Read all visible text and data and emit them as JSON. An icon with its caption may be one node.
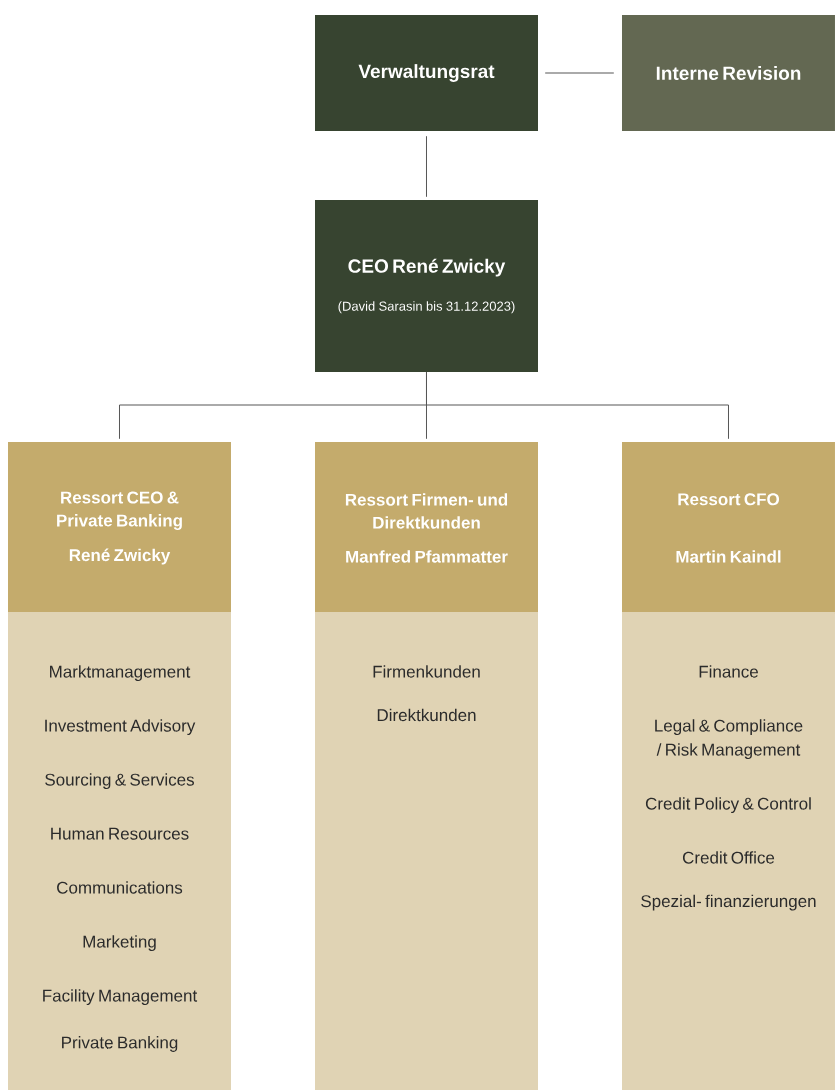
{
  "diagram": {
    "nodes": [
      {
        "text": [
          "Verwaltungsrat"
        ]
      },
      {
        "text": [
          "Interne Revision"
        ]
      },
      {
        "text": [
          "CEO René Zwicky",
          "(David Sarasin bis 31.12.2023)"
        ]
      },
      {
        "text": [
          "Ressort CEO & Private Banking",
          "René Zwicky"
        ]
      },
      {
        "text": [
          "Ressort Firmen- und Direktkunden",
          "Manfred Pfammatter"
        ]
      },
      {
        "text": [
          "Ressort CFO",
          "Martin Kaindl"
        ]
      },
      {
        "text": [
          "Marktmanagement",
          "Investment Advisory",
          "Sourcing & Services",
          "Human Resources",
          "Communications",
          "Marketing",
          "Facility Management",
          "Private Banking"
        ]
      },
      {
        "text": [
          "Firmenkunden",
          "Direktkunden"
        ]
      },
      {
        "text": [
          "Finance",
          "Legal & Compliance / Risk Management",
          "Credit Policy & Control",
          "Credit Office",
          "Spezial- finanzierungen"
        ]
      }
    ],
    "edges": [
      {
        "from": 0,
        "to": 1,
        "arrow": "none"
      },
      {
        "from": 0,
        "to": 2,
        "arrow": "none"
      },
      {
        "from": 2,
        "to": 3,
        "arrow": "none"
      },
      {
        "from": 2,
        "to": 4,
        "arrow": "none"
      },
      {
        "from": 2,
        "to": 5,
        "arrow": "none"
      }
    ]
  }
}
